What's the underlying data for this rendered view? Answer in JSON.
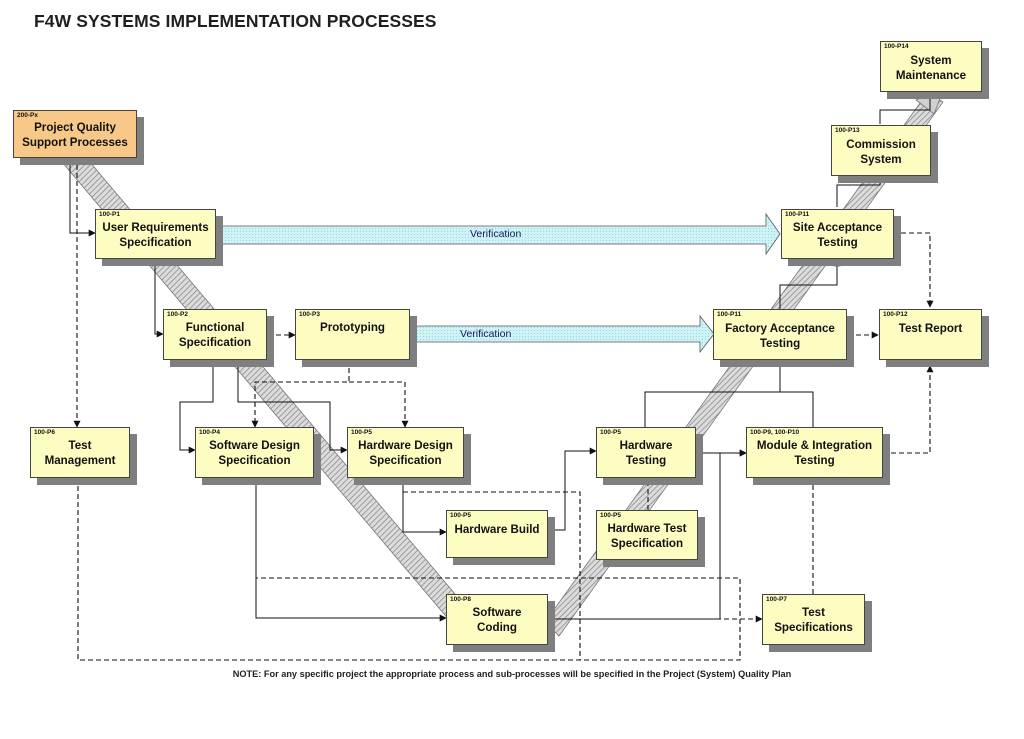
{
  "title": "F4W SYSTEMS IMPLEMENTATION PROCESSES",
  "note": "NOTE: For any specific project the appropriate process and sub-processes will be specified in the Project (System) Quality Plan",
  "nodes": {
    "p14": {
      "code": "100-P14",
      "label": "System\nMaintenance"
    },
    "px": {
      "code": "200-Px",
      "label": "Project Quality\nSupport Processes"
    },
    "p13": {
      "code": "100-P13",
      "label": "Commission\nSystem"
    },
    "p1": {
      "code": "100-P1",
      "label": "User Requirements\nSpecification"
    },
    "p11s": {
      "code": "100-P11",
      "label": "Site Acceptance\nTesting"
    },
    "p2": {
      "code": "100-P2",
      "label": "Functional\nSpecification"
    },
    "p3": {
      "code": "100-P3",
      "label": "Prototyping"
    },
    "p11f": {
      "code": "100-P11",
      "label": "Factory Acceptance\nTesting"
    },
    "p12": {
      "code": "100-P12",
      "label": "Test Report"
    },
    "p6": {
      "code": "100-P6",
      "label": "Test\nManagement"
    },
    "p4": {
      "code": "100-P4",
      "label": "Software Design\nSpecification"
    },
    "p5hd": {
      "code": "100-P5",
      "label": "Hardware Design\nSpecification"
    },
    "p5ht": {
      "code": "100-P5",
      "label": "Hardware\nTesting"
    },
    "p910": {
      "code": "100-P9, 100-P10",
      "label": "Module & Integration\nTesting"
    },
    "p5hb": {
      "code": "100-P5",
      "label": "Hardware Build"
    },
    "p5hts": {
      "code": "100-P5",
      "label": "Hardware Test\nSpecification"
    },
    "p8": {
      "code": "100-P8",
      "label": "Software\nCoding"
    },
    "p7": {
      "code": "100-P7",
      "label": "Test\nSpecifications"
    }
  },
  "verification_labels": [
    "Verification",
    "Verification"
  ],
  "colors": {
    "box_fill": "#fdfdc2",
    "quality_box_fill": "#f8c888",
    "verification_arrow_fill": "#cdf3f6",
    "v_band_hatch": "#a8a8a8",
    "shadow": "#7f7f7f"
  }
}
